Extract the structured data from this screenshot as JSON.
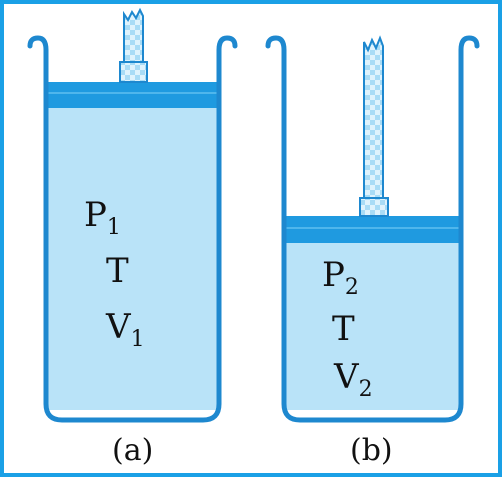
{
  "colors": {
    "frame": "#1aa0e6",
    "wall": "#1e88cf",
    "gas": "#b9e3f8",
    "piston": "#1f9ae0",
    "rod_fill": "#dff3fd",
    "rod_pattern": "#a9dcf6",
    "text": "#111111"
  },
  "figure": {
    "a": {
      "pressure": {
        "symbol": "P",
        "subscript": "1"
      },
      "temperature": "T",
      "volume": {
        "symbol": "V",
        "subscript": "1"
      },
      "caption": "(a)"
    },
    "b": {
      "pressure": {
        "symbol": "P",
        "subscript": "2"
      },
      "temperature": "T",
      "volume": {
        "symbol": "V",
        "subscript": "2"
      },
      "caption": "(b)"
    }
  }
}
